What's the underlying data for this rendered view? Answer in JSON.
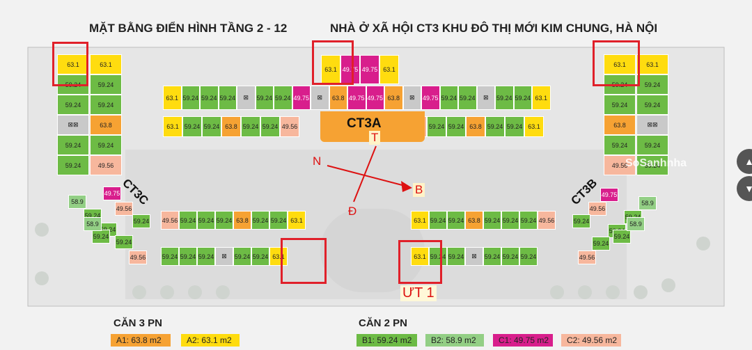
{
  "titles": {
    "left": "MẶT BẰNG ĐIỂN HÌNH TẦNG 2 - 12",
    "right": "NHÀ Ở XÃ HỘI CT3 KHU ĐÔ THỊ MỚI KIM CHUNG, HÀ NỘI"
  },
  "buildings": {
    "ct3a": "CT3A",
    "ct3b": "CT3B",
    "ct3c": "CT3C"
  },
  "compass": {
    "t": "T",
    "n": "N",
    "b": "B",
    "d": "Đ"
  },
  "marker_text": "ƯT 1",
  "watermark": "SoSanhnha",
  "legend": {
    "group1_title": "CĂN 3 PN",
    "group2_title": "CĂN 2 PN",
    "items": [
      {
        "label": "A1: 63.8 m2",
        "color": "#f6a233"
      },
      {
        "label": "A2: 63.1 m2",
        "color": "#ffdc0f"
      },
      {
        "label": "B1: 59.24 m2",
        "color": "#6dbb45"
      },
      {
        "label": "B2: 58.9 m2",
        "color": "#93cf85"
      },
      {
        "label": "C1: 49.75 m2",
        "color": "#d81e8c"
      },
      {
        "label": "C2: 49.56 m2",
        "color": "#f7b79d"
      }
    ]
  },
  "units": {
    "ct3a_top": [
      "63.1",
      "49.75",
      "49.75",
      "63.1"
    ],
    "ct3a_row1": [
      "63.1",
      "59.24",
      "59.24",
      "59.24",
      "⊠",
      "59.24",
      "59.24",
      "49.75",
      "⊠",
      "63.8",
      "49.75",
      "49.75",
      "63.8",
      "⊠",
      "49.75",
      "59.24",
      "59.24",
      "⊠",
      "59.24",
      "59.24",
      "63.1"
    ],
    "ct3a_row2": [
      "63.1",
      "59.24",
      "59.24",
      "63.8",
      "59.24",
      "59.24",
      "49.56",
      "49.56",
      "59.24",
      "59.24",
      "63.8",
      "59.24",
      "59.24",
      "63.1"
    ],
    "left_col1": [
      "63.1",
      "59.24",
      "59.24",
      "⊠⊠",
      "59.24",
      "59.24"
    ],
    "left_col2": [
      "63.1",
      "59.24",
      "59.24",
      "63.8",
      "59.24",
      "49.56"
    ],
    "right_col1": [
      "63.1",
      "59.24",
      "59.24",
      "63.8",
      "59.24",
      "49.56"
    ],
    "right_col2": [
      "63.1",
      "59.24",
      "59.24",
      "⊠⊠",
      "59.24",
      "59.24"
    ],
    "ct3c_top": [
      "49.56",
      "59.24",
      "59.24",
      "59.24",
      "63.8",
      "59.24",
      "59.24",
      "63.1"
    ],
    "ct3c_bottom": [
      "59.24",
      "59.24",
      "59.24",
      "⊠",
      "59.24",
      "59.24",
      "63.1"
    ],
    "ct3c_diag": [
      "58.9",
      "59.24",
      "59.24",
      "59.24",
      "49.56",
      "49.75",
      "49.56",
      "59.24",
      "59.24",
      "58.9"
    ],
    "ct3b_top": [
      "63.1",
      "59.24",
      "59.24",
      "63.8",
      "59.24",
      "59.24",
      "59.24",
      "49.56"
    ],
    "ct3b_bottom": [
      "63.1",
      "59.24",
      "59.24",
      "⊠",
      "59.24",
      "59.24",
      "59.24"
    ],
    "ct3b_diag": [
      "58.9",
      "59.24",
      "59.24",
      "59.24",
      "49.56",
      "49.75",
      "49.56",
      "59.24",
      "59.24",
      "58.9"
    ]
  }
}
